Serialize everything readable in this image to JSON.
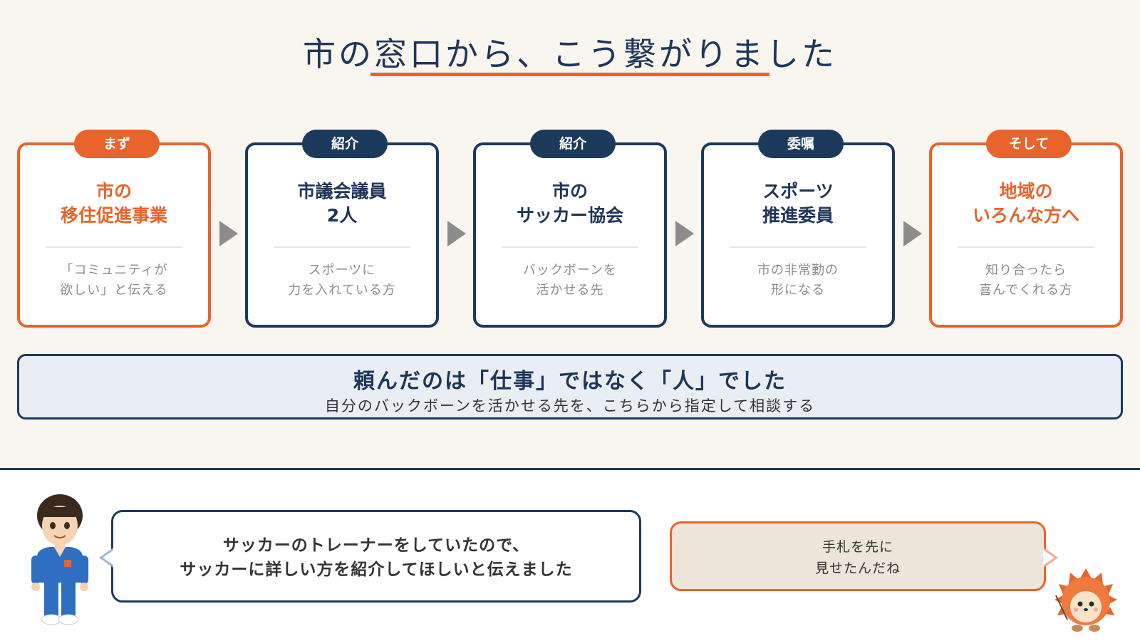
{
  "title": "市の窓口から、こう繋がりました",
  "steps": [
    {
      "badge": "まず",
      "title": "市の\n移住促進事業",
      "desc": "「コミュニティが\n欲しい」と伝える",
      "accent": "#e8642c"
    },
    {
      "badge": "紹介",
      "title": "市議会議員\n2人",
      "desc": "スポーツに\n力を入れている方",
      "accent": "#1b3a5c"
    },
    {
      "badge": "紹介",
      "title": "市の\nサッカー協会",
      "desc": "バックボーンを\n活かせる先",
      "accent": "#1b3a5c"
    },
    {
      "badge": "委嘱",
      "title": "スポーツ\n推進委員",
      "desc": "市の非常勤の\n形になる",
      "accent": "#1b3a5c"
    },
    {
      "badge": "そして",
      "title": "地域の\nいろんな方へ",
      "desc": "知り合ったら\n喜んでくれる方",
      "accent": "#e8642c"
    }
  ],
  "summary": {
    "heading": "頼んだのは「仕事」ではなく「人」でした",
    "sub": "自分のバックボーンを活かせる先を、こちらから指定して相談する"
  },
  "dialogue": {
    "speaker_text": "サッカーのトレーナーをしていたので、\nサッカーに詳しい方を紹介してほしいと伝えました",
    "reply_text": "手札を先に\n見せたんだね"
  },
  "colors": {
    "navy": "#1b3a5c",
    "orange": "#e8642c",
    "background": "#f9f5ef",
    "summary_bg": "#e9eef5",
    "reply_bg": "#ede5da"
  },
  "icons": [
    "trainer-avatar-icon",
    "hedgehog-mascot-icon",
    "arrow-right-icon"
  ]
}
